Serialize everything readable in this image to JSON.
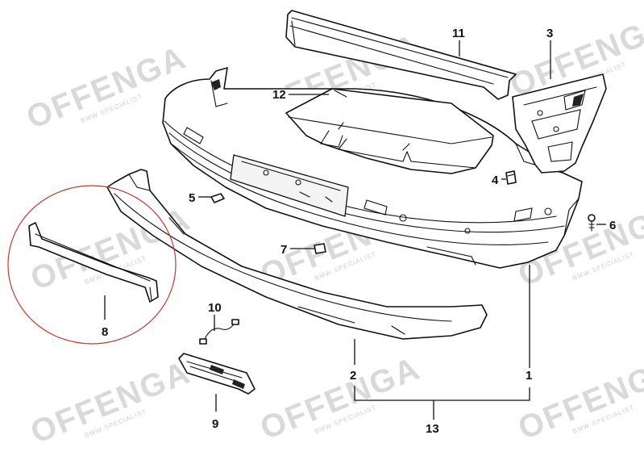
{
  "watermark": {
    "brand": "OFFENGA",
    "tagline": "BMW SPECIALIST"
  },
  "callouts": {
    "p1": "1",
    "p2": "2",
    "p3": "3",
    "p4": "4",
    "p5": "5",
    "p6": "6",
    "p7": "7",
    "p8": "8",
    "p9": "9",
    "p10": "10",
    "p11": "11",
    "p12": "12",
    "p13": "13"
  },
  "colors": {
    "line": "#111111",
    "highlight_circle": "#c0392b",
    "watermark": "#d9d9d9"
  }
}
